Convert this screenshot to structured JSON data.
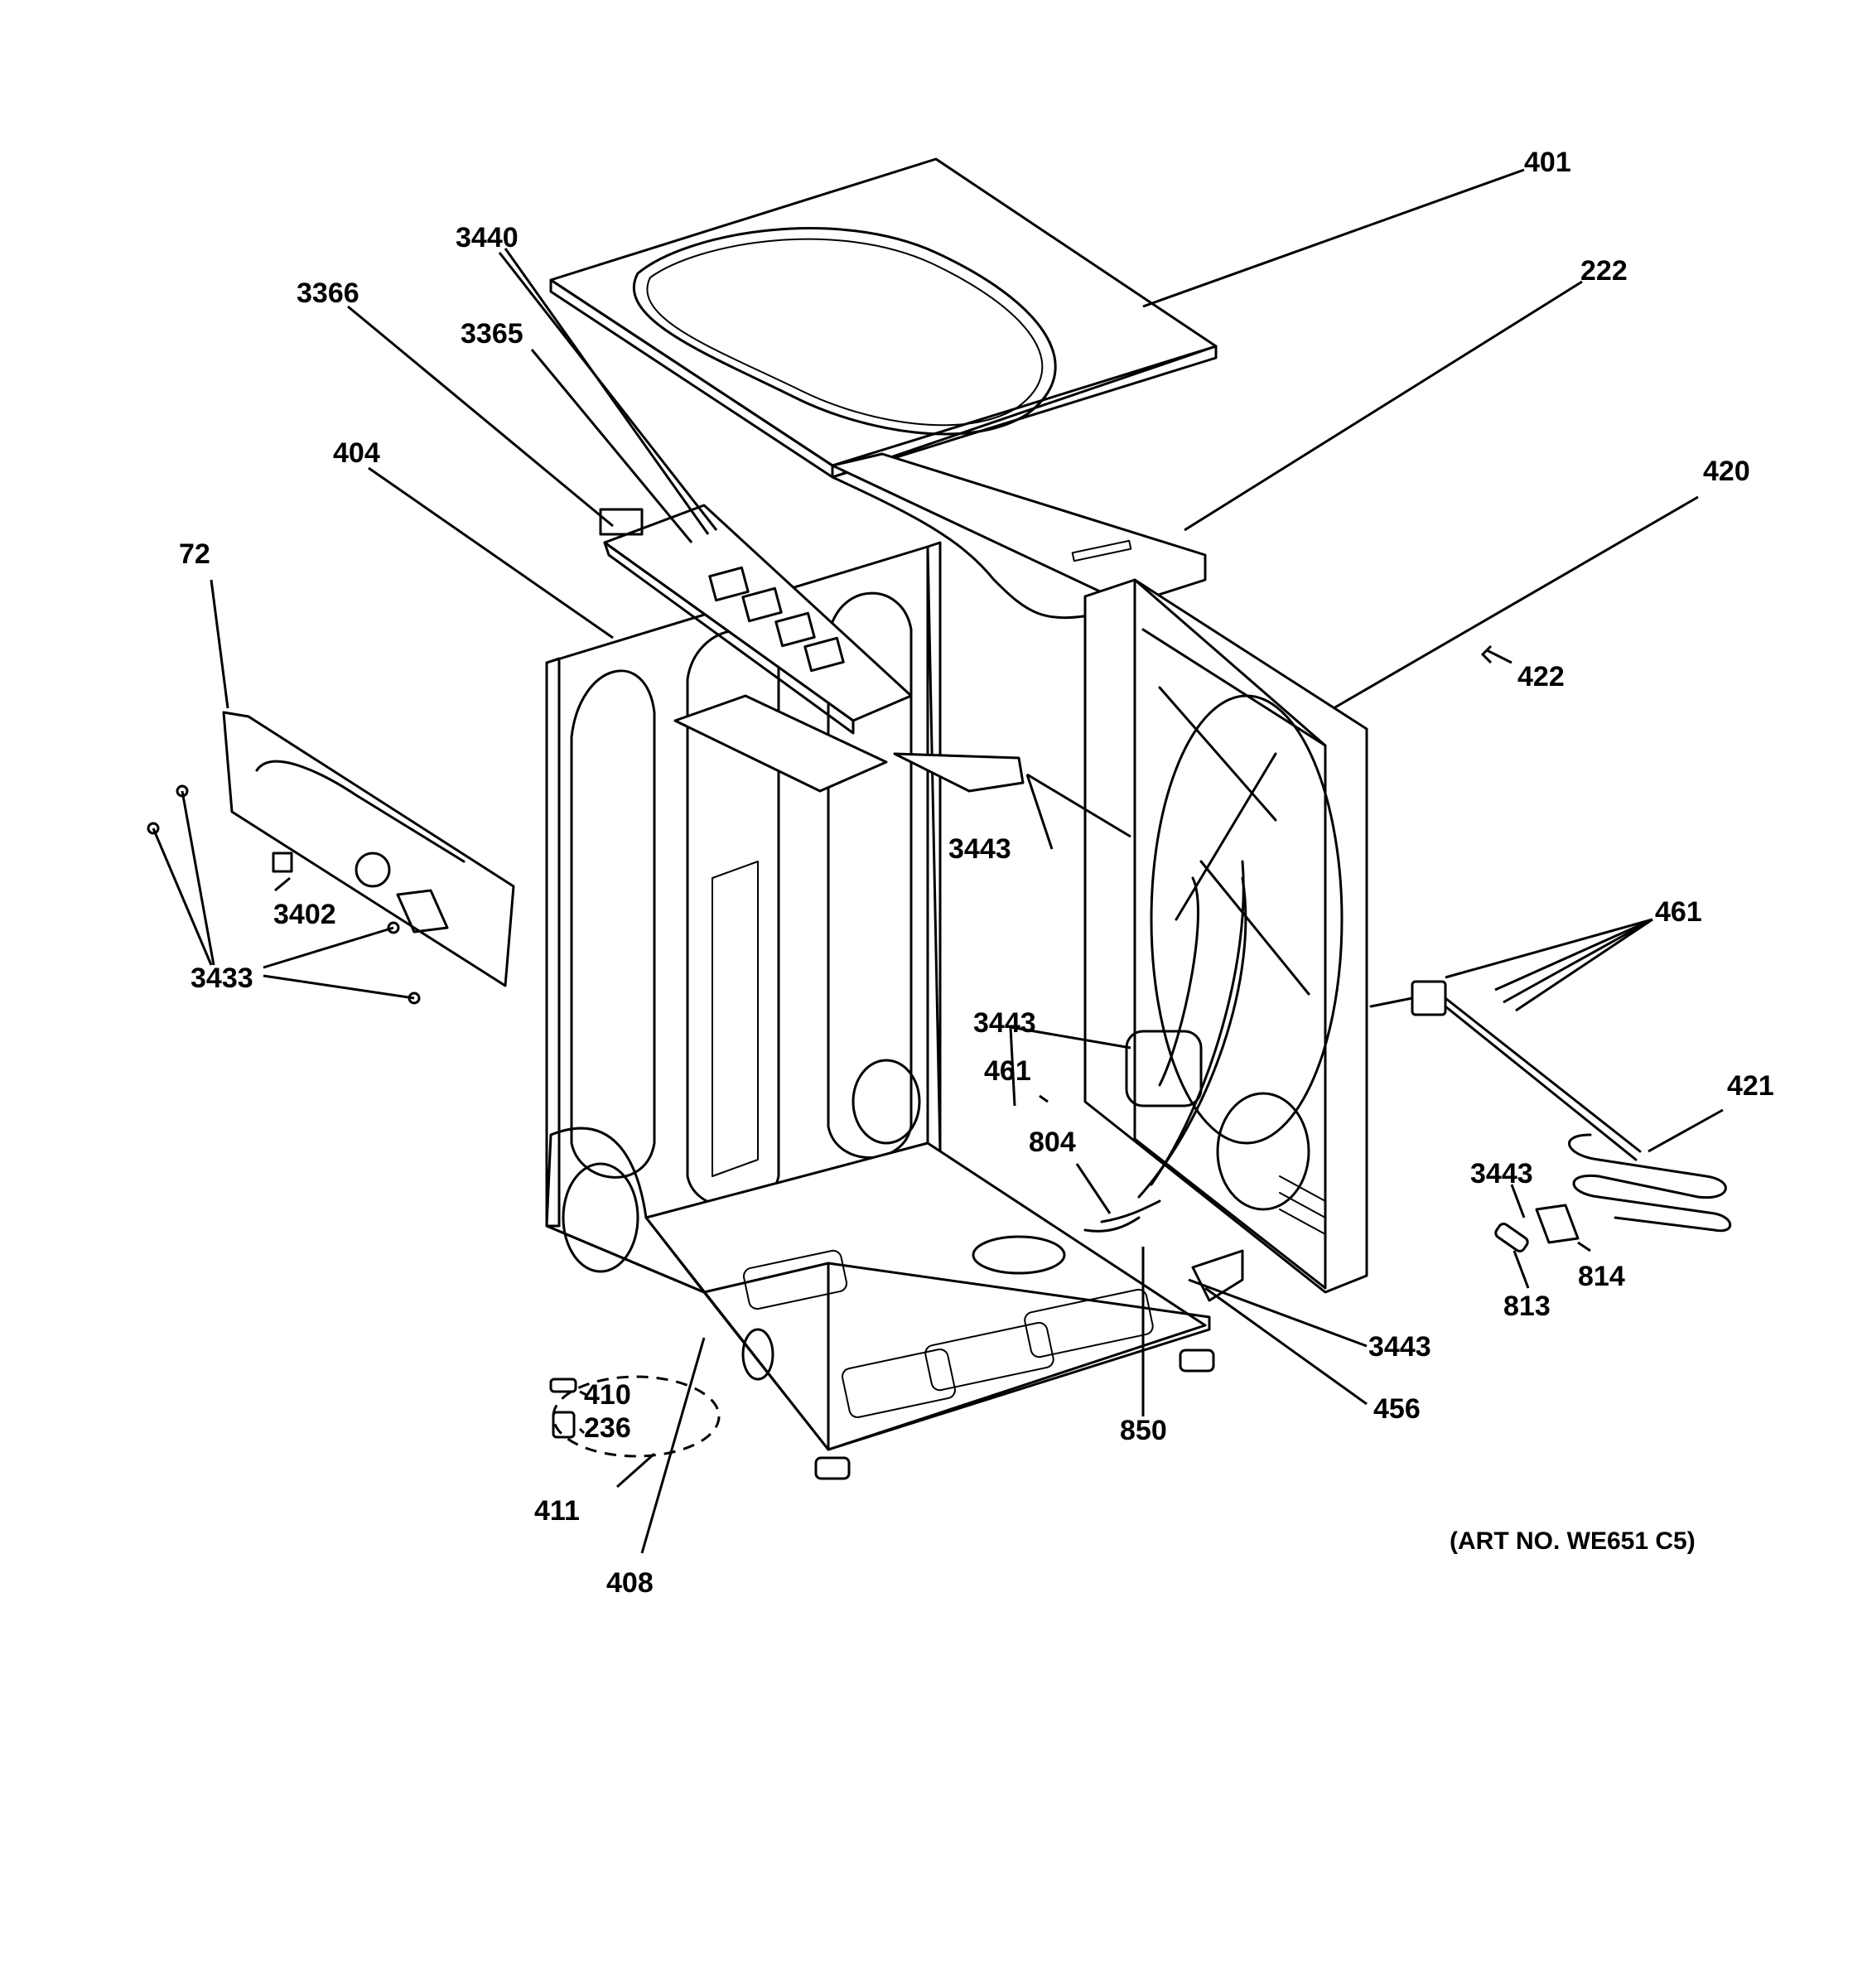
{
  "diagram": {
    "art_note": "(ART NO. WE651 C5)",
    "callouts": {
      "c401": "401",
      "c222": "222",
      "c3440": "3440",
      "c3366": "3366",
      "c3365": "3365",
      "c404": "404",
      "c420": "420",
      "c72": "72",
      "c422": "422",
      "c3443_a": "3443",
      "c461_a": "461",
      "c3402": "3402",
      "c3433": "3433",
      "c3443_b": "3443",
      "c461_b": "461",
      "c421": "421",
      "c804": "804",
      "c3443_c": "3443",
      "c814": "814",
      "c813": "813",
      "c3443_d": "3443",
      "c456": "456",
      "c410": "410",
      "c236": "236",
      "c850": "850",
      "c411": "411",
      "c408": "408"
    }
  }
}
